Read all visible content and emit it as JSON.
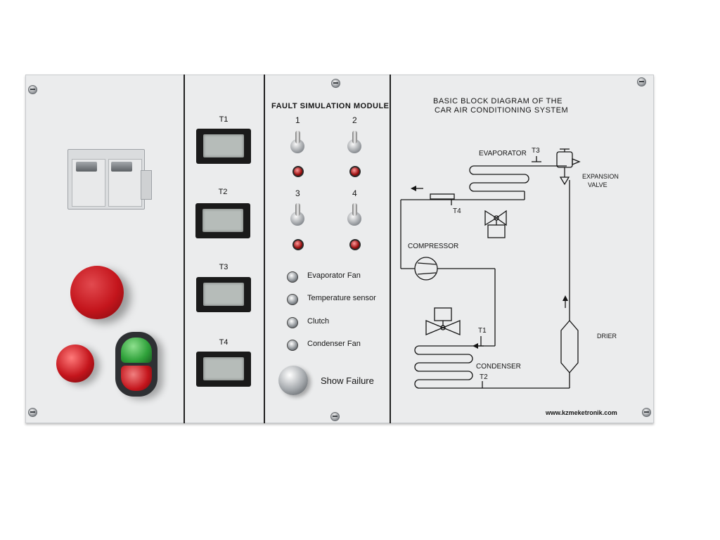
{
  "meters": [
    {
      "label": "T1"
    },
    {
      "label": "T2"
    },
    {
      "label": "T3"
    },
    {
      "label": "T4"
    }
  ],
  "fault_module": {
    "title": "FAULT SIMULATION MODULE",
    "switches": [
      "1",
      "2",
      "3",
      "4"
    ],
    "indicators": [
      "Evaporator Fan",
      "Temperature sensor",
      "Clutch",
      "Condenser Fan"
    ],
    "show_failure": "Show Failure"
  },
  "diagram": {
    "title_line1": "BASIC BLOCK DIAGRAM OF THE",
    "title_line2": "CAR AIR CONDITIONING SYSTEM",
    "evaporator": "EVAPORATOR",
    "expansion_line1": "EXPANSION",
    "expansion_line2": "VALVE",
    "compressor": "COMPRESSOR",
    "condenser": "CONDENSER",
    "drier": "DRIER",
    "t1": "T1",
    "t2": "T2",
    "t3": "T3",
    "t4": "T4",
    "website": "www.kzmeketronik.com"
  },
  "colors": {
    "panel": "#ebeced",
    "emergency_red": "#c4151c",
    "green": "#2fa13a",
    "led_red": "#9a1010"
  }
}
